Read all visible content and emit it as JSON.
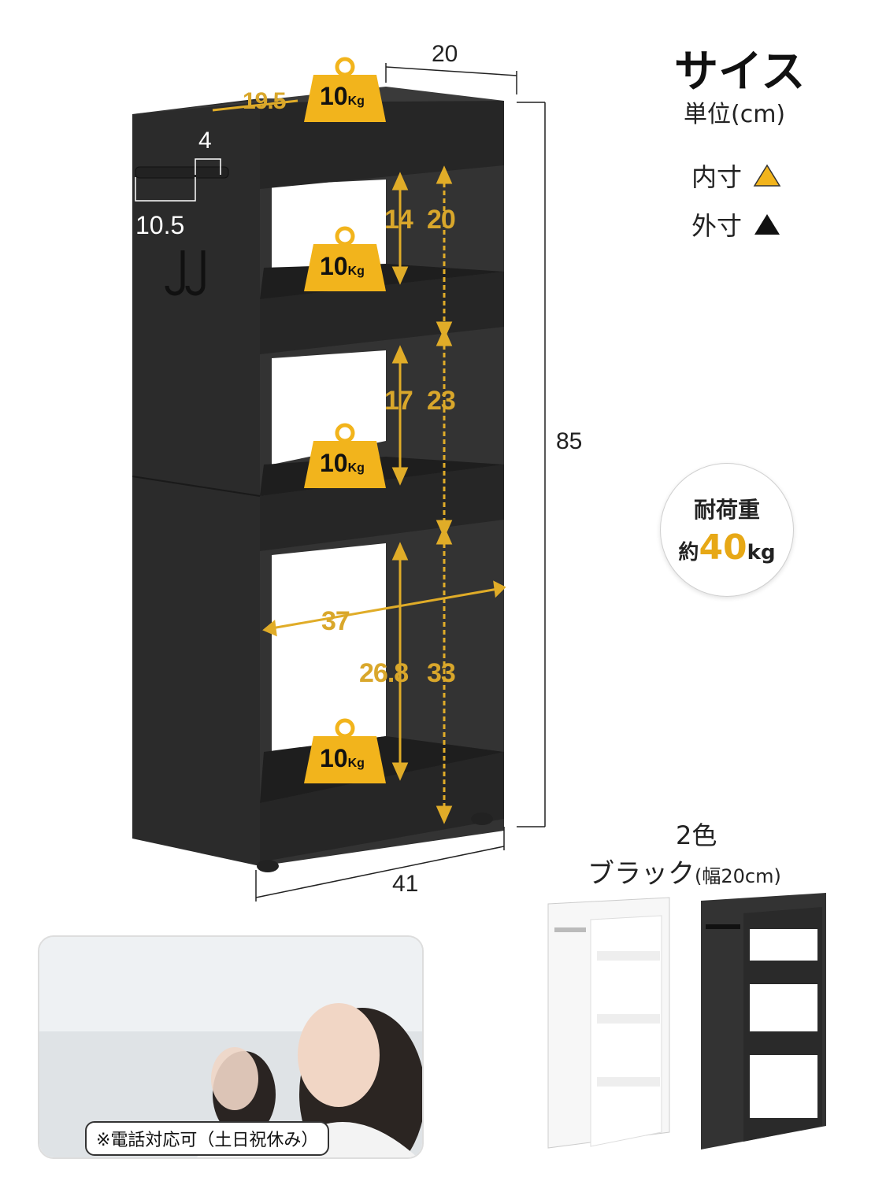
{
  "header": {
    "title": "サイス",
    "unit": "単位(cm)"
  },
  "legend": {
    "inner": "内寸",
    "outer": "外寸"
  },
  "load_badge": {
    "line1": "耐荷重",
    "prefix": "約",
    "value": "40",
    "unit": "kg"
  },
  "dimensions": {
    "top_width": "20",
    "inner_depth": "19.5",
    "hook_gap": "4",
    "hook_width": "10.5",
    "height": "85",
    "depth": "41",
    "inner_width": "37",
    "shelf1_inner": "14",
    "shelf1_outer": "20",
    "shelf2_inner": "17",
    "shelf2_outer": "23",
    "shelf3_inner": "26.8",
    "shelf3_outer": "33"
  },
  "weights": {
    "value": "10",
    "unit": "Kg"
  },
  "colors": {
    "count": "2色",
    "name": "ブラック",
    "note": "(幅20cm)"
  },
  "photo": {
    "caption": "※電話対応可（土日祝休み）"
  },
  "palette": {
    "accent": "#e7a816",
    "shelf": "#2b2b2b"
  }
}
